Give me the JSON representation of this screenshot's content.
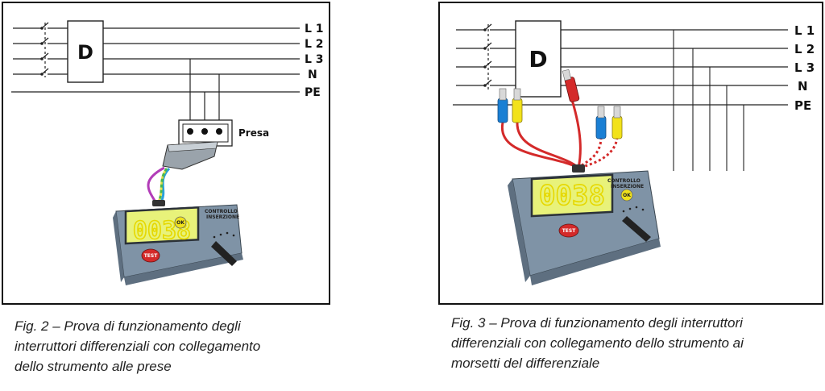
{
  "fig2": {
    "distributor_label": "D",
    "line_labels": [
      "L 1",
      "L 2",
      "L 3",
      "N",
      "PE"
    ],
    "socket_label": "Presa",
    "display_value": "0038",
    "device_label_1": "CONTROLLO",
    "device_label_2": "INSERZIONE",
    "ok_label": "OK",
    "test_label": "TEST",
    "caption_lines": [
      "Fig. 2 – Prova di funzionamento degli",
      "interruttori differenziali con collegamento",
      "dello strumento alle prese"
    ]
  },
  "fig3": {
    "distributor_label": "D",
    "line_labels": [
      "L 1",
      "L 2",
      "L 3",
      "N",
      "PE"
    ],
    "display_value": "0038",
    "device_label_1": "CONTROLLO",
    "device_label_2": "INSERZIONE",
    "ok_label": "OK",
    "test_label": "TEST",
    "caption_lines": [
      "Fig. 3 – Prova di funzionamento degli interruttori",
      "differenziali con collegamento dello strumento ai",
      "morsetti del differenziale"
    ]
  },
  "colors": {
    "device_body": "#8fa3b5",
    "display_bg": "#e8f27a",
    "test_button": "#d42a2a",
    "ok_button": "#f0e21c",
    "cable_red": "#d42a2a",
    "probe_blue": "#1a7fd4",
    "probe_yellow": "#f2e21a"
  }
}
